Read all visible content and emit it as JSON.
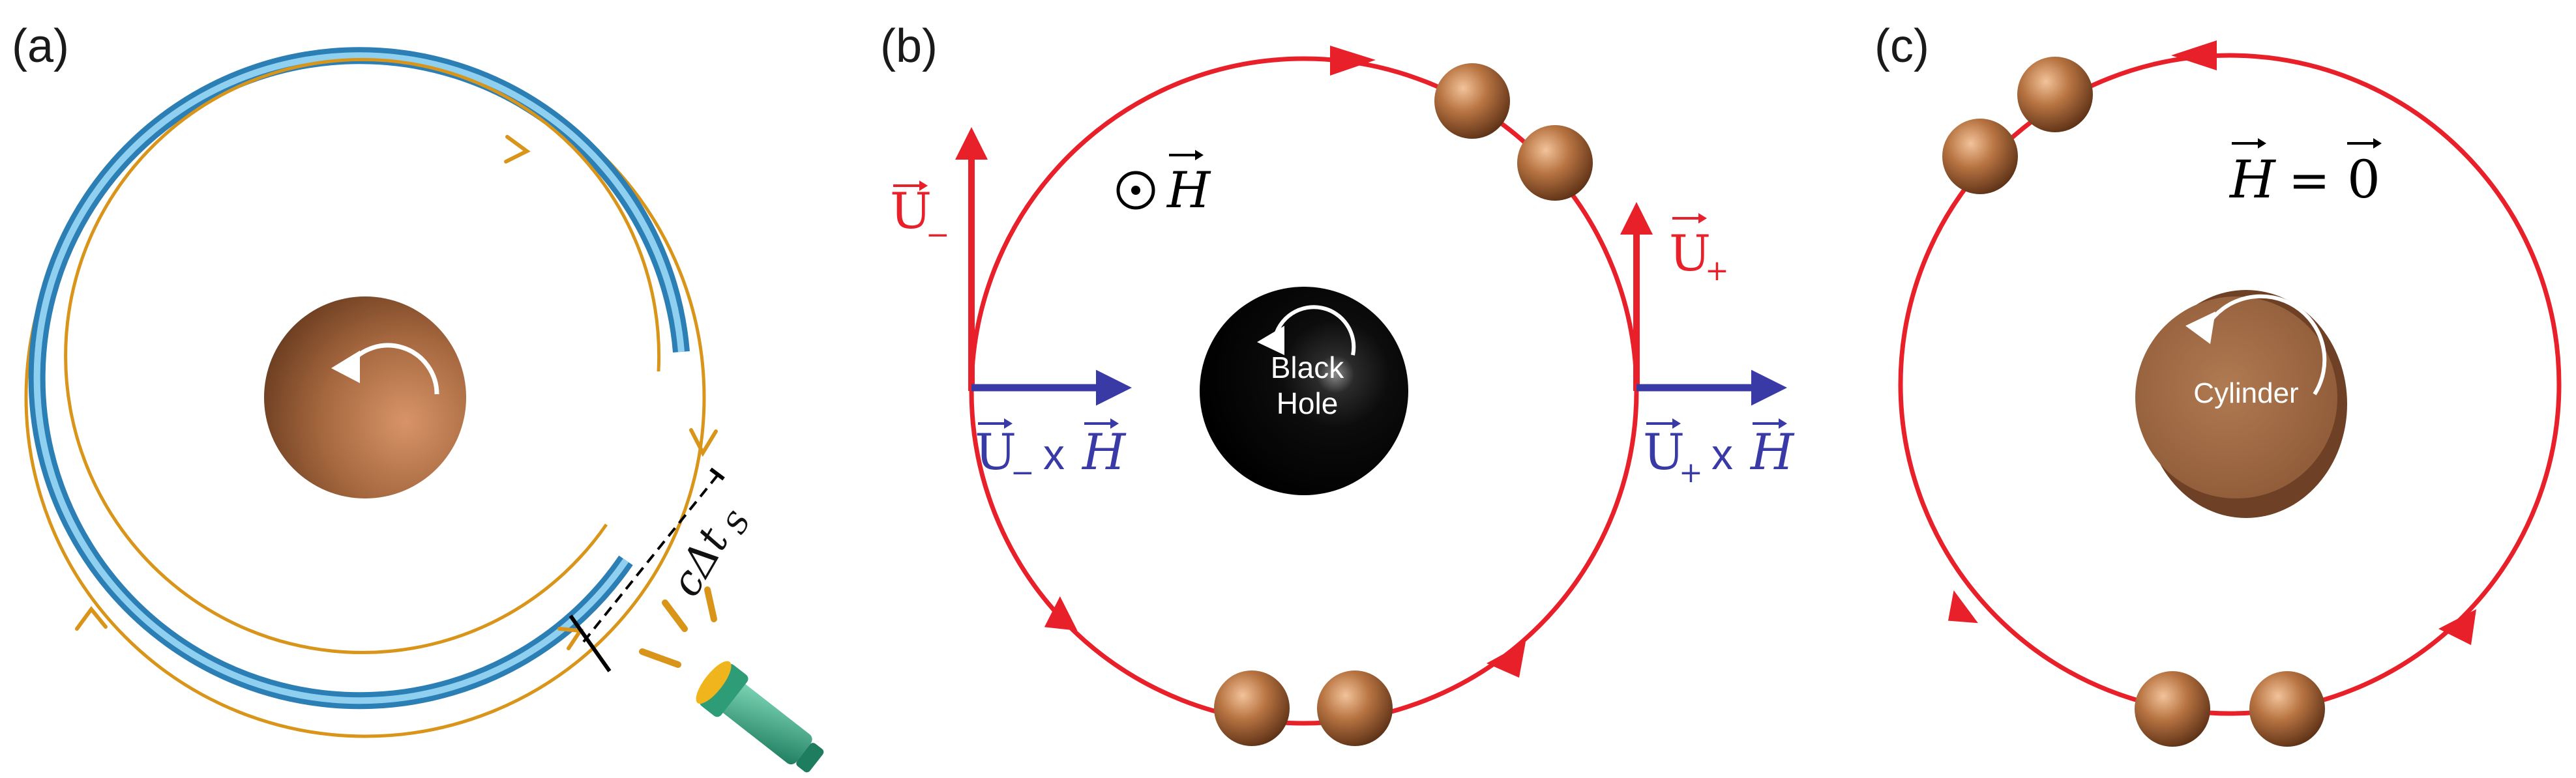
{
  "panels": {
    "a": {
      "label": "(a)",
      "distance_label_main": "cΔt",
      "distance_label_sub": "S"
    },
    "b": {
      "label": "(b)",
      "field_symbol": "⊙",
      "field_H": "H",
      "u_minus_U": "U",
      "u_minus_sub": "−",
      "u_plus_U": "U",
      "u_plus_sub": "+",
      "cross_left_U": "U",
      "cross_left_sub": "−",
      "cross_left_x": "x",
      "cross_left_H": "H",
      "cross_right_U": "U",
      "cross_right_sub": "+",
      "cross_right_x": "x",
      "cross_right_H": "H",
      "center_line1": "Black",
      "center_line2": "Hole"
    },
    "c": {
      "label": "(c)",
      "eq_H": "H",
      "eq_sign": "=",
      "eq_zero": "0",
      "center_label": "Cylinder"
    }
  },
  "colors": {
    "beam_gold": "#d9951a",
    "fiber_blue": "#4fa9d8",
    "orbit_red": "#e8202a",
    "cross_blue": "#3a3aa6",
    "hole_black": "#111111",
    "ball_brown": "#a9663a",
    "flashlight_green": "#3fae8c"
  },
  "icons": [
    "rotation-arrow-icon",
    "flashlight-icon",
    "field-out-of-page-icon"
  ]
}
